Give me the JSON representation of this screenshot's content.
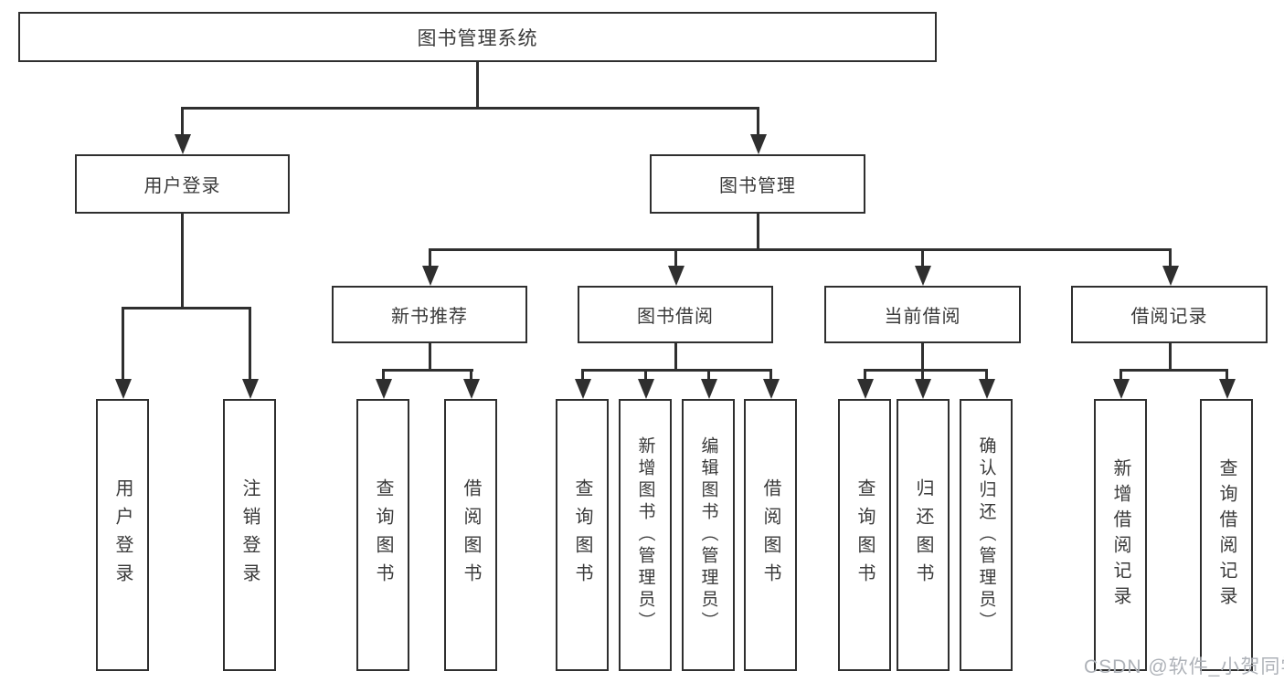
{
  "diagram_title": "图书管理系统",
  "colors": {
    "line": "#2f2f2f",
    "text": "#3a3a3a",
    "background": "#ffffff",
    "watermark": "#aeb2b8"
  },
  "nodes": {
    "root": {
      "label": "图书管理系统"
    },
    "level2": [
      {
        "label": "用户登录"
      },
      {
        "label": "图书管理"
      }
    ],
    "level3": [
      {
        "label": "新书推荐"
      },
      {
        "label": "图书借阅"
      },
      {
        "label": "当前借阅"
      },
      {
        "label": "借阅记录"
      }
    ],
    "level4": [
      {
        "label": "用户登录"
      },
      {
        "label": "注销登录"
      },
      {
        "label": "查询图书"
      },
      {
        "label": "借阅图书"
      },
      {
        "label": "查询图书"
      },
      {
        "label": "新增图书（管理员）"
      },
      {
        "label": "编辑图书（管理员）"
      },
      {
        "label": "借阅图书"
      },
      {
        "label": "查询图书"
      },
      {
        "label": "归还图书"
      },
      {
        "label": "确认归还（管理员）"
      },
      {
        "label": "新增借阅记录"
      },
      {
        "label": "查询借阅记录"
      }
    ]
  },
  "watermark": {
    "text": "CSDN @软件_小贺同学"
  }
}
